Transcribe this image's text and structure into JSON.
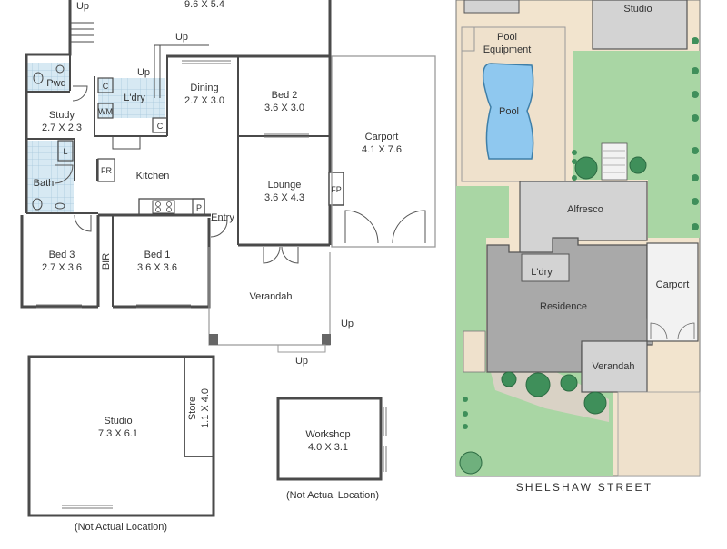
{
  "floorplan": {
    "rooms": {
      "top_dim": "9.6 X 5.4",
      "dining": {
        "name": "Dining",
        "dim": "2.7 X 3.0"
      },
      "bed2": {
        "name": "Bed 2",
        "dim": "3.6 X 3.0"
      },
      "carport": {
        "name": "Carport",
        "dim": "4.1 X 7.6"
      },
      "pwd": "Pwd",
      "study": {
        "name": "Study",
        "dim": "2.7 X 2.3"
      },
      "ldry": "L'dry",
      "kitchen": "Kitchen",
      "lounge": {
        "name": "Lounge",
        "dim": "3.6 X 4.3"
      },
      "bath": "Bath",
      "bed3": {
        "name": "Bed 3",
        "dim": "2.7 X 3.6"
      },
      "bir": "BIR",
      "bed1": {
        "name": "Bed 1",
        "dim": "3.6 X 3.6"
      },
      "entry": "Entry",
      "verandah": "Verandah"
    },
    "fixtures": {
      "c": "C",
      "wm": "WM",
      "fr": "FR",
      "l": "L",
      "p": "P",
      "fp": "FP"
    },
    "stairs": {
      "up": "Up"
    }
  },
  "studio": {
    "name": "Studio",
    "dim": "7.3 X 6.1",
    "store_name": "Store",
    "store_dim": "1.1 X 4.0",
    "note": "(Not Actual Location)"
  },
  "workshop": {
    "name": "Workshop",
    "dim": "4.0 X 3.1",
    "note": "(Not Actual Location)"
  },
  "siteplan": {
    "studio": "Studio",
    "pool_equipment": "Pool\nEquipment",
    "pool": "Pool",
    "alfresco": "Alfresco",
    "ldry": "L'dry",
    "residence": "Residence",
    "carport": "Carport",
    "verandah": "Verandah",
    "street": "SHELSHAW STREET"
  },
  "colors": {
    "wall": "#4a4a4a",
    "wet_tile": "#cfe3ee",
    "lawn": "#a8d5a3",
    "paving": "#efe1cc",
    "roof_residence": "#a9a9a9",
    "roof_light": "#d3d3d3",
    "pool": "#8fc8ef",
    "tree": "#3f8f5a",
    "garden_bed": "#d6d0c4"
  }
}
